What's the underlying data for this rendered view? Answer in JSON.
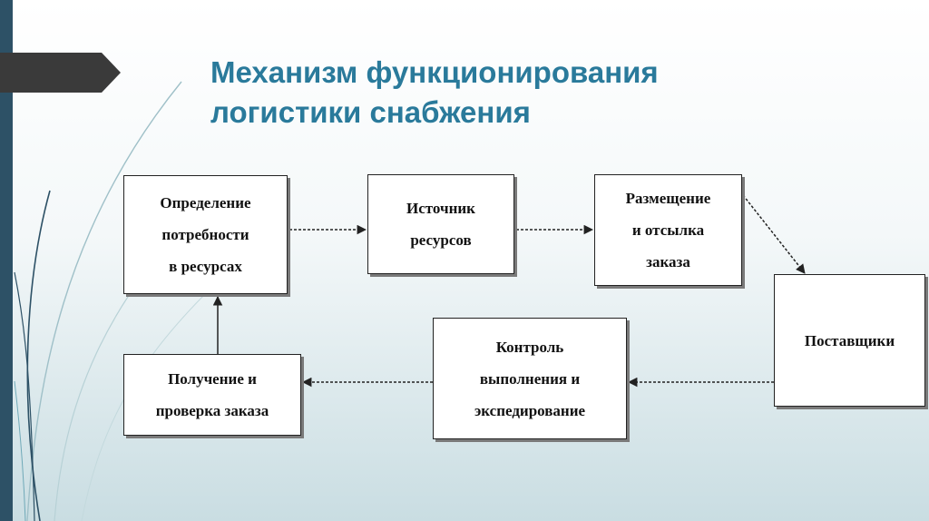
{
  "title": {
    "line1": "Механизм функционирования",
    "line2": "логистики снабжения"
  },
  "nodes": {
    "need": "Определение\nпотребности\nв ресурсах",
    "source": "Источник\nресурсов",
    "order": "Размещение\nи отсылка\nзаказа",
    "suppliers": "Поставщики",
    "control": "Контроль\nвыполнения и\nэкспедирование",
    "receipt": "Получение и\nпроверка заказа"
  },
  "colors": {
    "title": "#2a7a9b",
    "stripe": "#2d5166",
    "flag": "#3a3a3a"
  }
}
